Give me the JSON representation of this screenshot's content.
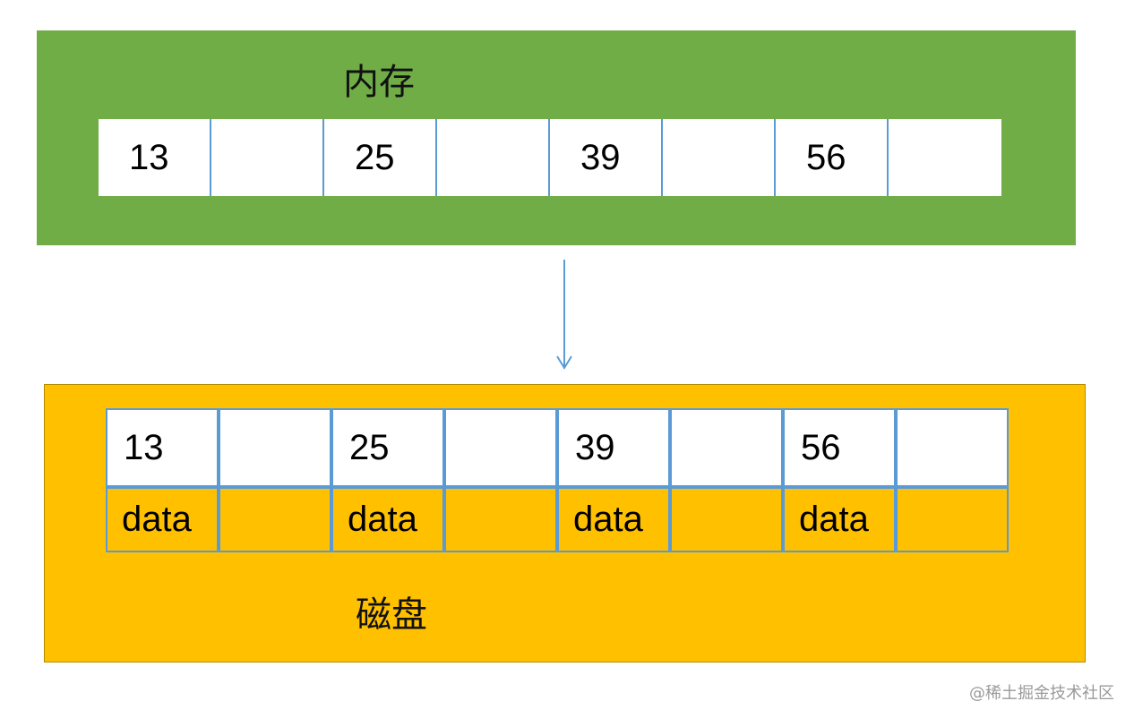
{
  "memory": {
    "label": "内存",
    "cells": [
      "13",
      "",
      "25",
      "",
      "39",
      "",
      "56",
      ""
    ]
  },
  "disk": {
    "label": "磁盘",
    "nodes": [
      {
        "key": "13",
        "data": "data"
      },
      {
        "key": "25",
        "data": "data"
      },
      {
        "key": "39",
        "data": "data"
      },
      {
        "key": "56",
        "data": "data"
      }
    ]
  },
  "colors": {
    "memory_bg": "#70ad47",
    "disk_bg": "#ffc000",
    "cell_border": "#5b9bd5",
    "arrow": "#5b9bd5"
  },
  "watermark": "@稀土掘金技术社区"
}
